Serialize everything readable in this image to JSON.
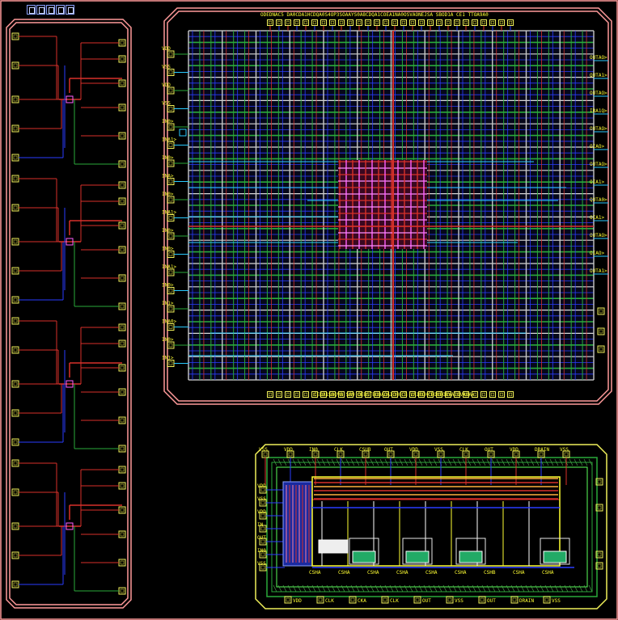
{
  "toolbar": {
    "buttons": [
      {
        "name": "tool-button-1"
      },
      {
        "name": "tool-button-2"
      },
      {
        "name": "tool-button-3"
      },
      {
        "name": "tool-button-4"
      },
      {
        "name": "tool-button-5"
      }
    ]
  },
  "colors": {
    "background": "#000000",
    "boundary": "#ff9a9a",
    "pad": "#f0f05a",
    "metal_blue": "#2a3cff",
    "metal_green": "#2aaa3a",
    "metal_red": "#d8302a",
    "metal_cyan": "#2acaff",
    "label": "#ffff33",
    "poly_pink": "#ff60ff"
  },
  "icons": {
    "pad": "square-pad-icon",
    "via": "via-crosshair-icon"
  },
  "left_cell": {
    "name": "clock-tree-cell",
    "branches": 4
  },
  "main_cell": {
    "name": "routed-core-array",
    "top_labels": "ODEDNAC5 DA0CDA1HCDQA0S4OP3SOAAYS0A8CDQA1COEA1NA0OSVAONEJSA SBOD1A CE1 TTOA9A0",
    "bottom_labels": "CEDA1SAQVA SA9 OEBSTBUOAOAIOH0CB VA1BOHCBOUBOBVA1OVAOA>",
    "right_labels": [
      "OUTAO>",
      "QUTA1>",
      "OUTAO>",
      "IRA1Q>",
      "OUTAO>",
      "OIAO>",
      "OUTAO>",
      "OIA1>",
      "QUTA0>",
      "OIA1>",
      "OUTAO>",
      "OIAO>",
      "OUTA1>"
    ],
    "left_labels": [
      "VDD",
      "VSS",
      "VDD",
      "VSS",
      "IN0>",
      "INA1>",
      "IN0>",
      "INA>",
      "IN0>",
      "INA1>",
      "IN0>",
      "IN0>",
      "INA1>",
      "IN0>",
      "IN1>",
      "INA0>",
      "IN0>",
      "IN1>"
    ]
  },
  "analog_cell": {
    "name": "analog-block",
    "top_labels": [
      "VSS",
      "VDD",
      "IN0",
      "CLK",
      "CSUB",
      "OUT",
      "VDD",
      "VSS",
      "CLK",
      "OUT",
      "VDD",
      "DRAIN",
      "VSS"
    ],
    "bottom_labels": [
      "CSHA",
      "CSHA",
      "CSHA",
      "CSHA",
      "CSHA",
      "CSHA",
      "CSHB",
      "CSHA",
      "CSHA"
    ],
    "bottom_pad_labels": [
      "VDD",
      "CLK",
      "CKA",
      "CLK",
      "OUT",
      "VSS",
      "OUT",
      "DRAIN",
      "VSS"
    ],
    "left_labels": [
      "VDD",
      "VSS",
      "VDD",
      "IN",
      "OUT",
      "IN0",
      "VSS"
    ]
  }
}
